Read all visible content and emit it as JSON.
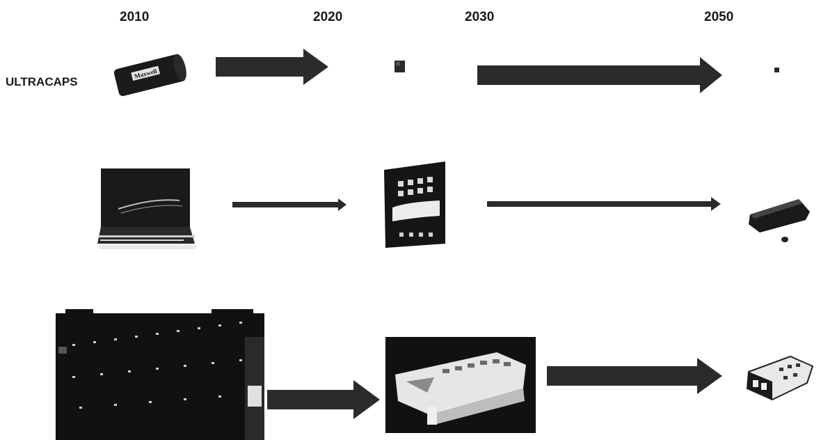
{
  "timeline": {
    "years": [
      "2010",
      "2020",
      "2030",
      "2050"
    ]
  },
  "rows": [
    {
      "label": "ULTRACAPS",
      "items": [
        "maxwell-ultracapacitor-image",
        "small-capacitor-chip-image",
        "tiny-capacitor-chip-image"
      ]
    },
    {
      "label": "",
      "items": [
        "laptop-image",
        "tablet-image",
        "small-device-image"
      ]
    },
    {
      "label": "",
      "items": [
        "battery-rack-image",
        "battery-pack-image",
        "compact-battery-module-image"
      ]
    }
  ],
  "logo_text": "Maxwell"
}
